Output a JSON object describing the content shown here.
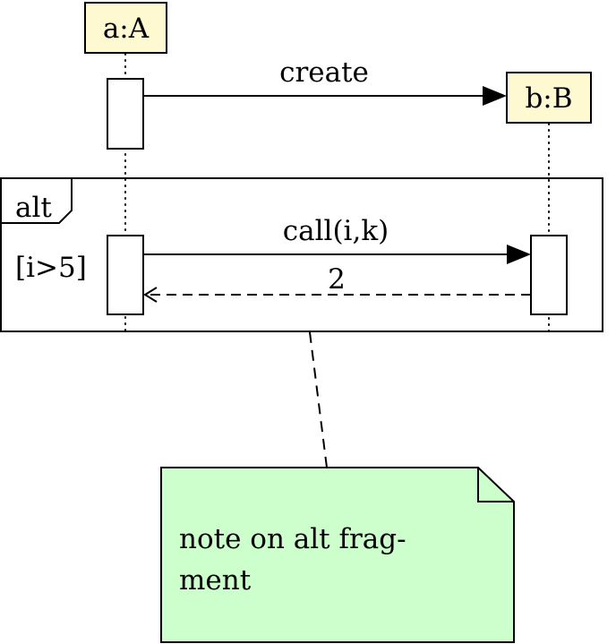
{
  "diagram": {
    "type": "sequence",
    "colors": {
      "participant_fill": "#fff9d2",
      "note_fill": "#ccffcc",
      "stroke": "#000000",
      "background": "#ffffff"
    },
    "participants": [
      {
        "id": "a",
        "label": "a:A"
      },
      {
        "id": "b",
        "label": "b:B"
      }
    ],
    "messages": [
      {
        "from": "a",
        "to": "b",
        "label": "create",
        "style": "solid",
        "head": "filled"
      },
      {
        "from": "a",
        "to": "b",
        "label": "call(i,k)",
        "style": "solid",
        "head": "filled"
      },
      {
        "from": "b",
        "to": "a",
        "label": "2",
        "style": "dashed",
        "head": "open"
      }
    ],
    "fragment": {
      "operator": "alt",
      "guard": "[i>5]"
    },
    "note": {
      "lines": [
        "note on alt frag-",
        "ment"
      ]
    }
  }
}
